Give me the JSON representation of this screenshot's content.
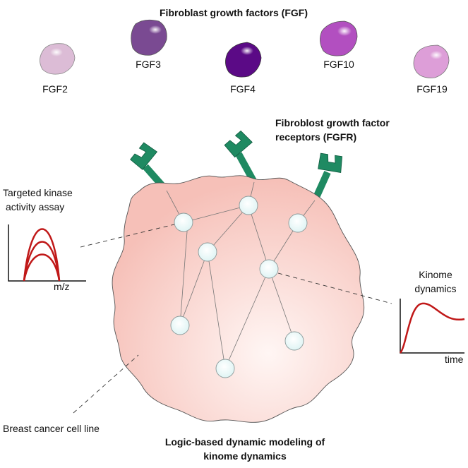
{
  "title": "Fibroblast growth factors (FGF)",
  "ligands": [
    {
      "name": "FGF2",
      "color": "#dcbcd6"
    },
    {
      "name": "FGF3",
      "color": "#7a4a92"
    },
    {
      "name": "FGF4",
      "color": "#5b0a86"
    },
    {
      "name": "FGF10",
      "color": "#b24fc0"
    },
    {
      "name": "FGF19",
      "color": "#dd9ed8"
    }
  ],
  "receptor_label_line1": "Fibroblost growth factor",
  "receptor_label_line2": "receptors (FGFR)",
  "receptor_color": "#1f8a62",
  "cell_color": "#f6c0b8",
  "assay_label_line1": "Targeted kinase",
  "assay_label_line2": "activity assay",
  "assay_axis_label": "m/z",
  "dynamics_label_line1": "Kinome",
  "dynamics_label_line2": "dynamics",
  "dynamics_axis_label": "time",
  "cell_line_label": "Breast cancer cell line",
  "bottom_title_line1": "Logic-based dynamic modeling of",
  "bottom_title_line2": "kinome dynamics"
}
